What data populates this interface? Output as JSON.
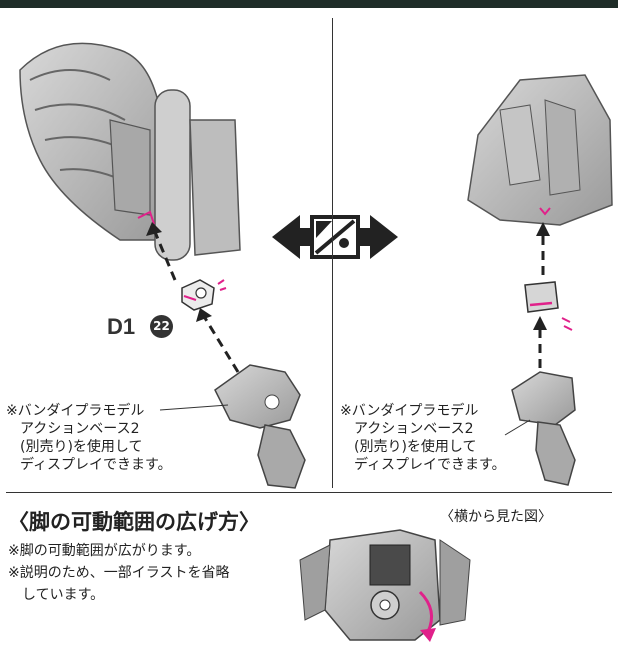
{
  "part": {
    "label": "D1",
    "number": "22"
  },
  "left_note": {
    "lines": [
      "※バンダイプラモデル",
      "アクションベース2",
      "(別売り)を使用して",
      "ディスプレイできます。"
    ]
  },
  "right_note": {
    "lines": [
      "※バンダイプラモデル",
      "アクションベース2",
      "(別売り)を使用して",
      "ディスプレイできます。"
    ]
  },
  "section": {
    "title": "〈脚の可動範囲の広げ方〉",
    "notes": [
      "※脚の可動範囲が広がります。",
      "※説明のため、一部イラストを省略",
      "しています。"
    ],
    "side_view_label": "〈横から見た図〉"
  },
  "colors": {
    "accent": "#e0218a",
    "dark": "#222222",
    "part_gray": "#b8b8b8"
  }
}
